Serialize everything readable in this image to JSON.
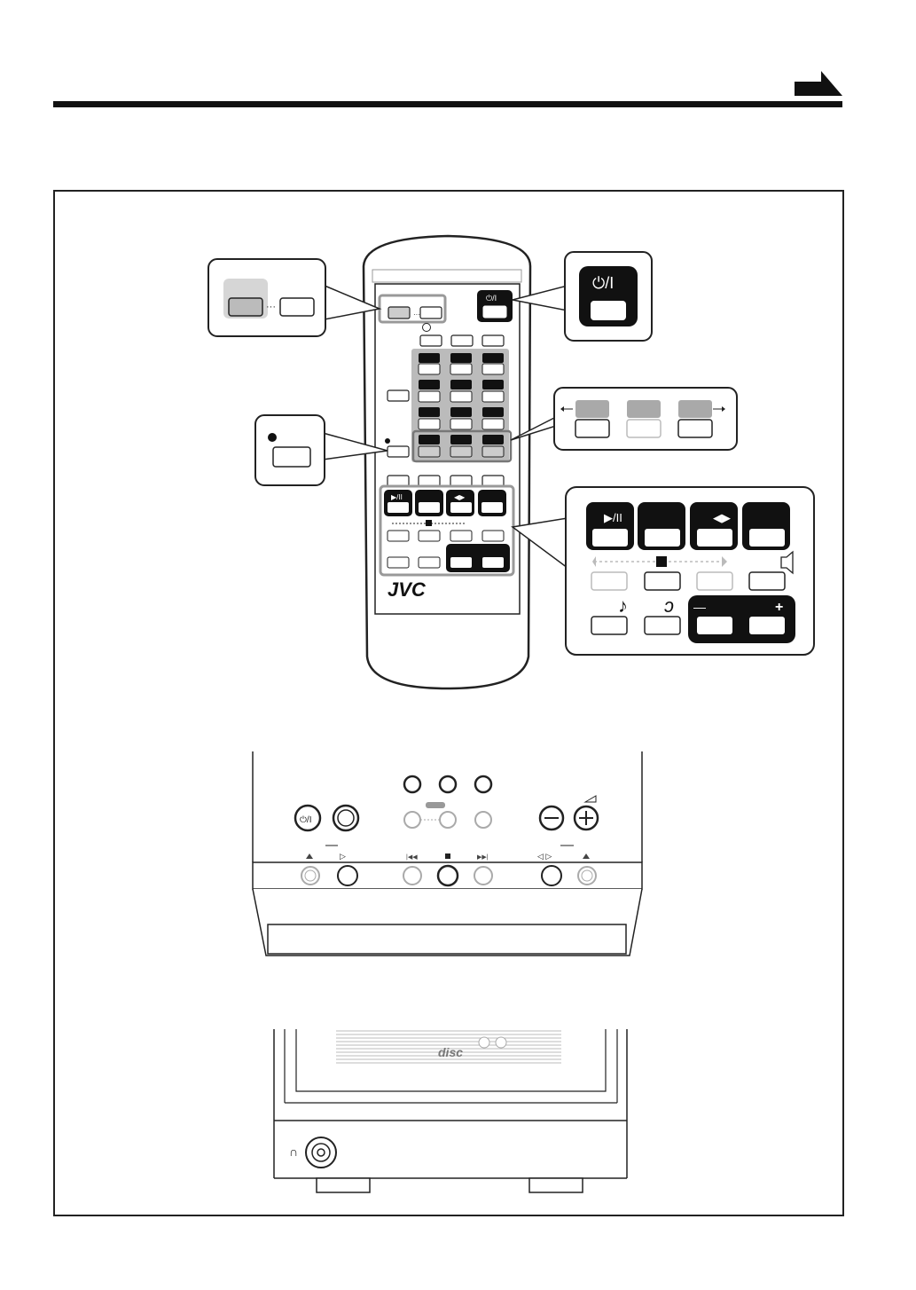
{
  "brand": {
    "remote_logo": "JVC",
    "disc_logo": "disc"
  },
  "symbols": {
    "power": "⏻/I",
    "play_pause": "▶/II",
    "display": "◀▶",
    "record": "●",
    "dots": "···",
    "minus": "—",
    "plus": "+"
  },
  "colors": {
    "ink": "#111111",
    "highlight_gray": "#a9a9a9",
    "light_gray": "#d8d8d8",
    "callout_fill": "#ffffff"
  }
}
